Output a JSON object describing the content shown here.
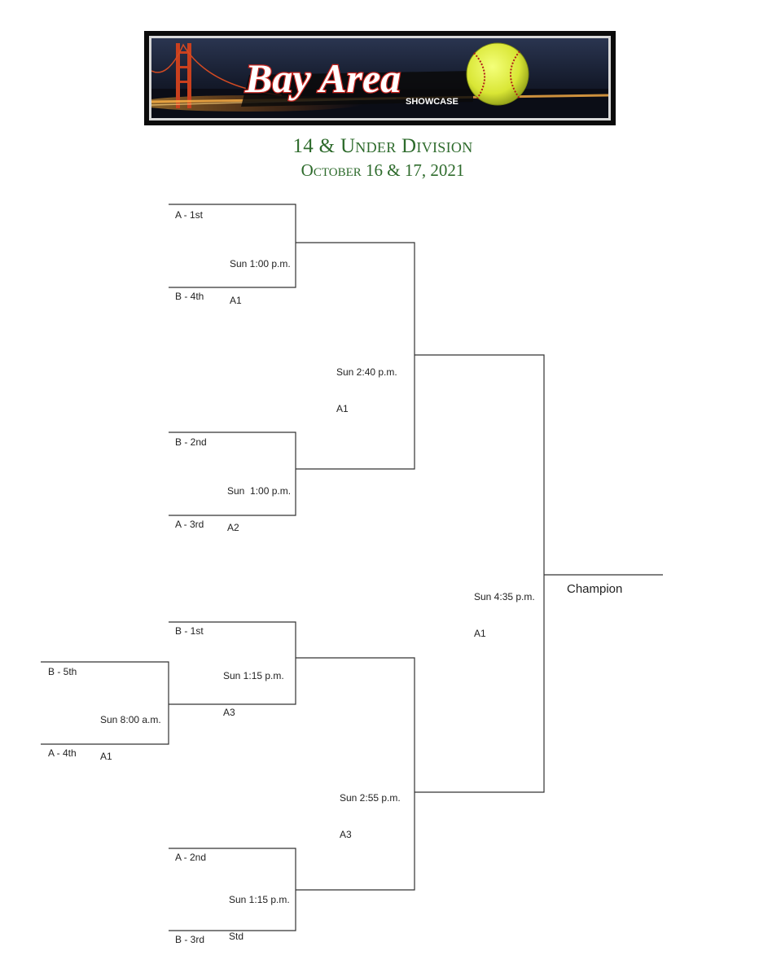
{
  "banner": {
    "title": "Bay Area",
    "subtitle": "SHOWCASE"
  },
  "division": {
    "title": "14 & Under Division",
    "dates": "October 16 & 17, 2021"
  },
  "bracket": {
    "seeds": {
      "a1st": "A - 1st",
      "b4th": "B - 4th",
      "b2nd": "B - 2nd",
      "a3rd": "A - 3rd",
      "b1st": "B - 1st",
      "b5th": "B - 5th",
      "a4th": "A - 4th",
      "a2nd": "A - 2nd",
      "b3rd": "B - 3rd"
    },
    "games": {
      "g1": {
        "time": "Sun 1:00 p.m.",
        "field": "A1"
      },
      "g2": {
        "time": "Sun  1:00 p.m.",
        "field": "A2"
      },
      "g0": {
        "time": "Sun 8:00 a.m.",
        "field": "A1"
      },
      "g3": {
        "time": "Sun 1:15 p.m.",
        "field": "A3"
      },
      "g4": {
        "time": "Sun 1:15 p.m.",
        "field": "Std"
      },
      "semi1": {
        "time": "Sun 2:40 p.m.",
        "field": "A1"
      },
      "semi2": {
        "time": "Sun 2:55 p.m.",
        "field": "A3"
      },
      "final": {
        "time": "Sun 4:35 p.m.",
        "field": "A1"
      }
    },
    "champion_label": "Champion"
  },
  "colors": {
    "title_green": "#2e6b2c",
    "banner_red": "#c8251f",
    "softball_yellow": "#d9e635"
  }
}
